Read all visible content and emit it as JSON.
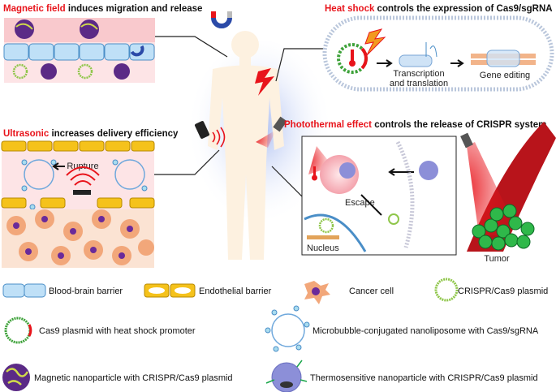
{
  "panels": {
    "magnetic": {
      "title_highlight": "Magnetic field",
      "title_rest": " induces migration and release"
    },
    "heat_shock": {
      "title_highlight": "Heat shock",
      "title_rest": " controls the expression of Cas9/sgRNA",
      "step1_line1": "Transcription",
      "step1_line2": "and translation",
      "step2": "Gene editing"
    },
    "ultrasonic": {
      "title_highlight": "Ultrasonic",
      "title_rest": " increases delivery efficiency",
      "rupture": "Rupture"
    },
    "photothermal": {
      "title_highlight": "Photothermal effect",
      "title_rest": " controls the release of CRISPR system",
      "escape": "Escape",
      "nucleus": "Nucleus",
      "tumor": "Tumor"
    }
  },
  "legend": [
    {
      "icon": "blood-brain-barrier",
      "label": "Blood-brain barrier"
    },
    {
      "icon": "endothelial-barrier",
      "label": "Endothelial barrier"
    },
    {
      "icon": "cancer-cell",
      "label": "Cancer cell"
    },
    {
      "icon": "crispr-plasmid",
      "label": "CRISPR/Cas9 plasmid"
    },
    {
      "icon": "heat-shock-plasmid",
      "label": "Cas9 plasmid with heat shock promoter"
    },
    {
      "icon": "microbubble",
      "label": "Microbubble-conjugated nanoliposome with Cas9/sgRNA"
    },
    {
      "icon": "magnetic-nanoparticle",
      "label": "Magnetic nanoparticle with CRISPR/Cas9 plasmid"
    },
    {
      "icon": "thermosensitive-nanoparticle",
      "label": "Thermosensitive nanoparticle with CRISPR/Cas9 plasmid"
    }
  ],
  "colors": {
    "highlight": "#e8141b",
    "bbb": "#bfe0f7",
    "endothelial": "#f5c21b",
    "cancer": "#f2a77a",
    "nucleus": "#6a2a9a",
    "plasmid": "#6dbb3c"
  }
}
